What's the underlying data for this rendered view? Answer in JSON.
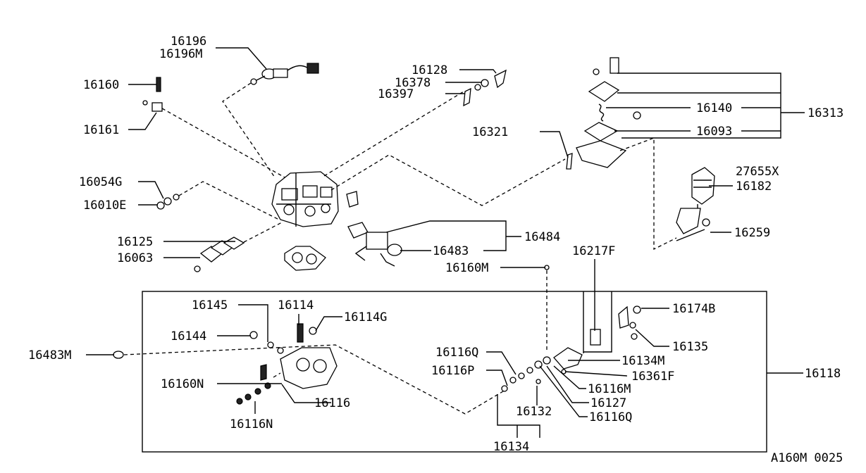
{
  "diagram": {
    "code": "A160M 0025",
    "labels": {
      "p16196": "16196",
      "p16196M": "16196M",
      "p16160": "16160",
      "p16161": "16161",
      "p16054G": "16054G",
      "p16010E": "16010E",
      "p16125": "16125",
      "p16063": "16063",
      "p16128": "16128",
      "p16378": "16378",
      "p16397": "16397",
      "p16321": "16321",
      "p16140": "16140",
      "p16093": "16093",
      "p16313": "16313",
      "p27655X": "27655X",
      "p16182": "16182",
      "p16259": "16259",
      "p16484": "16484",
      "p16483": "16483",
      "p16160M": "16160M",
      "p16217F": "16217F",
      "p16145": "16145",
      "p16114": "16114",
      "p16114G": "16114G",
      "p16144": "16144",
      "p16483M": "16483M",
      "p16160N": "16160N",
      "p16116": "16116",
      "p16116N": "16116N",
      "p16116Q_a": "16116Q",
      "p16116P": "16116P",
      "p16132": "16132",
      "p16134": "16134",
      "p16174B": "16174B",
      "p16135": "16135",
      "p16134M": "16134M",
      "p16361F": "16361F",
      "p16116M": "16116M",
      "p16127": "16127",
      "p16116Q_b": "16116Q",
      "p16118": "16118"
    }
  }
}
